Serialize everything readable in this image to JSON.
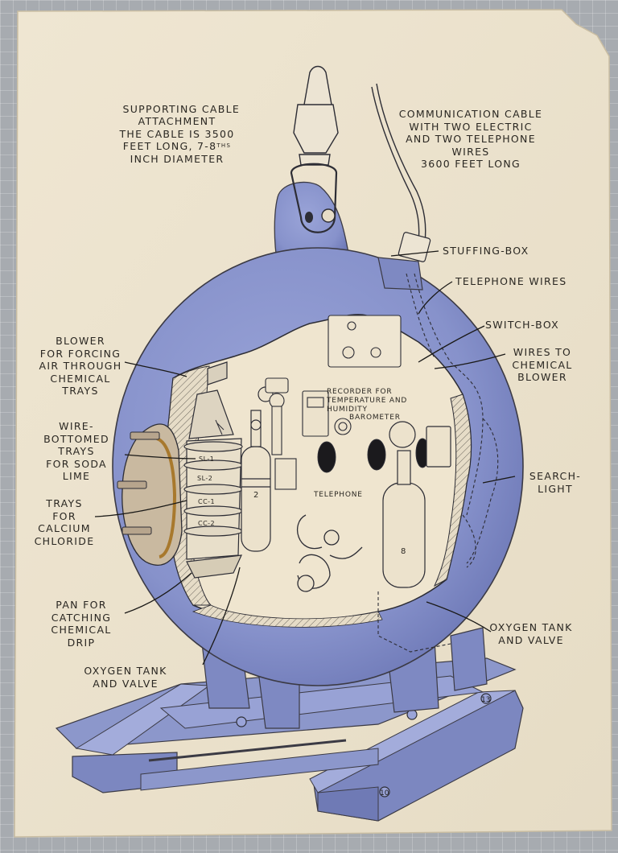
{
  "title": "",
  "colors": {
    "paper": "#ece3cf",
    "sphere": "#8a95cb",
    "sphere_dark": "#6f7ab5",
    "ink": "#2a2722"
  },
  "labels": {
    "supporting_cable": "SUPPORTING CABLE\nATTACHMENT\nTHE CABLE IS 3500\nFEET LONG, 7-8",
    "supporting_cable_ths": "THS",
    "supporting_cable_end": "INCH DIAMETER",
    "communication_cable": "COMMUNICATION CABLE\nWITH TWO ELECTRIC\nAND TWO TELEPHONE\nWIRES\n3600 FEET LONG",
    "stuffing_box": "STUFFING-BOX",
    "telephone_wires": "TELEPHONE WIRES",
    "switch_box": "SWITCH-BOX",
    "wires_to_blower": "WIRES TO\nCHEMICAL\nBLOWER",
    "blower": "BLOWER\nFOR FORCING\nAIR THROUGH\nCHEMICAL\nTRAYS",
    "wire_trays": "WIRE-\nBOTTOMED\nTRAYS\nFOR SODA\nLIME",
    "trays_calcium": "TRAYS\nFOR\nCALCIUM\nCHLORIDE",
    "recorder": "RECORDER FOR\nTEMPERATURE AND\nHUMIDITY",
    "barometer": "BAROMETER",
    "telephone": "TELEPHONE",
    "searchlight": "SEARCH-\nLIGHT",
    "pan": "PAN FOR\nCATCHING\nCHEMICAL\nDRIP",
    "oxygen_left": "OXYGEN TANK\nAND VALVE",
    "oxygen_right": "OXYGEN TANK\nAND VALVE"
  },
  "tray_labels": [
    "SL-1",
    "SL-2",
    "CC-1",
    "CC-2"
  ],
  "tank_numbers": [
    "2",
    "8"
  ],
  "base_numbers": [
    "10",
    "13"
  ]
}
